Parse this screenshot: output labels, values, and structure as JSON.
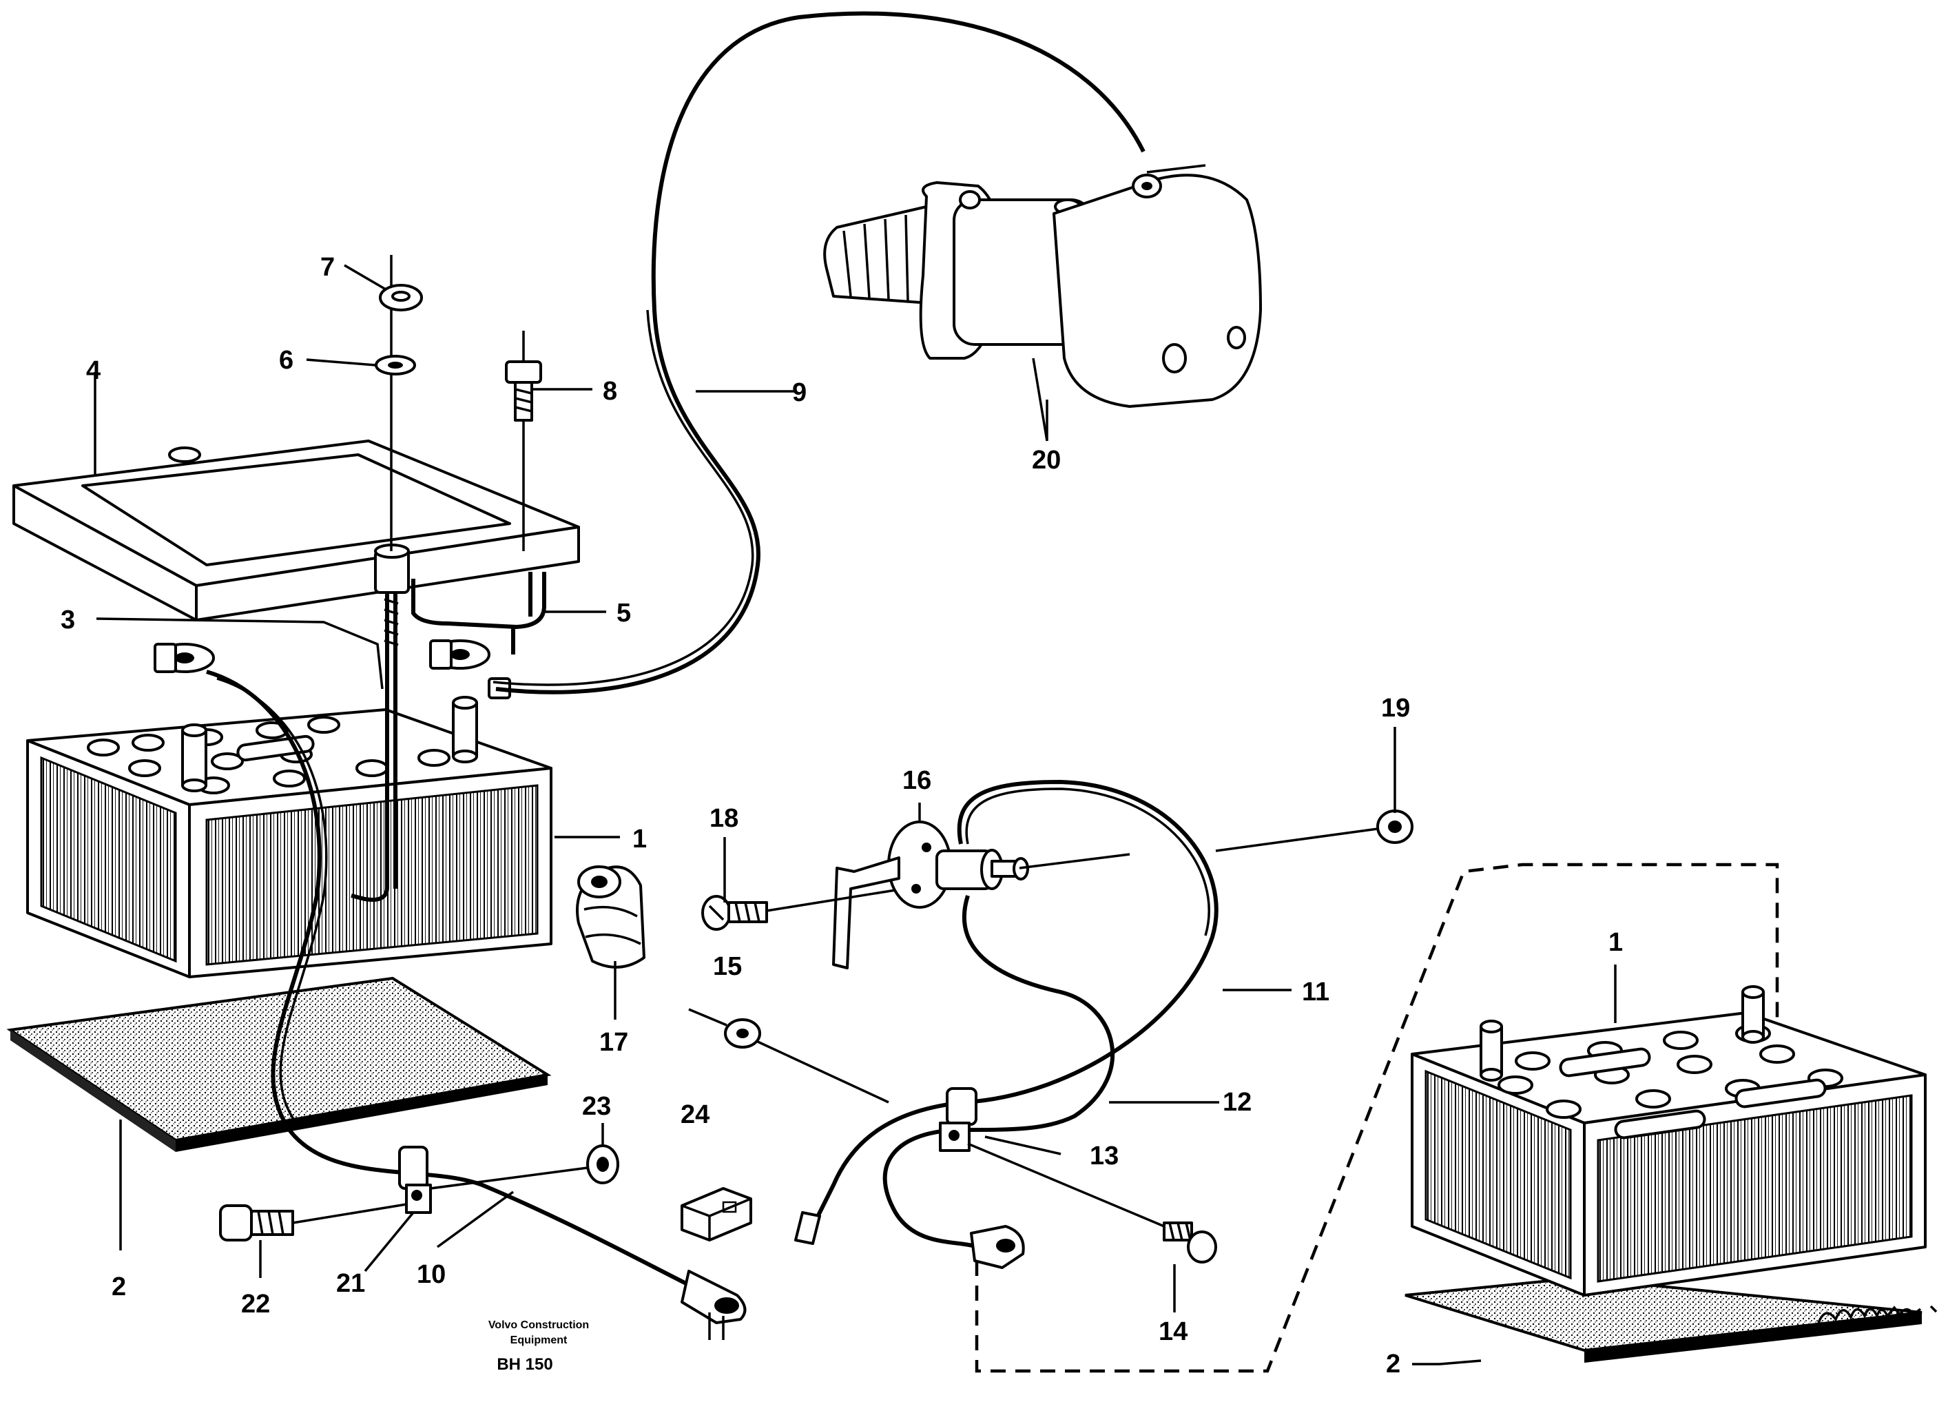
{
  "caption": {
    "maker_line1": "Volvo Construction",
    "maker_line2": "Equipment",
    "model": "BH 150"
  },
  "callouts": {
    "c1_left": "1",
    "c1_right": "1",
    "c2_left": "2",
    "c2_right": "2",
    "c3": "3",
    "c4": "4",
    "c5": "5",
    "c6": "6",
    "c7": "7",
    "c8": "8",
    "c9": "9",
    "c10": "10",
    "c11": "11",
    "c12": "12",
    "c13": "13",
    "c14": "14",
    "c15": "15",
    "c16": "16",
    "c17": "17",
    "c18": "18",
    "c19": "19",
    "c20": "20",
    "c21": "21",
    "c22": "22",
    "c23": "23",
    "c24": "24"
  }
}
